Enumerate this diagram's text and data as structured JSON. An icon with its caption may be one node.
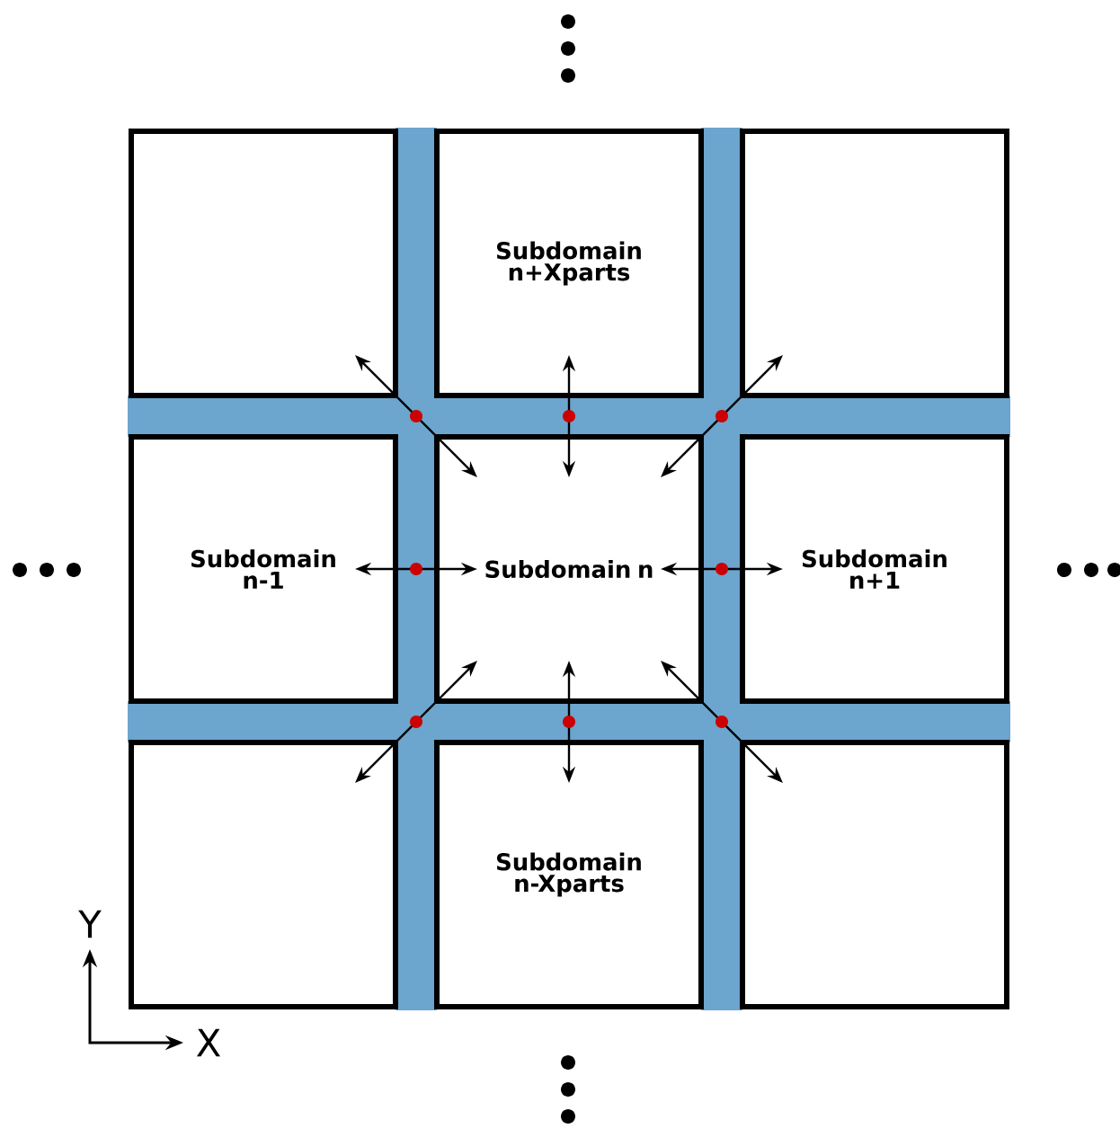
{
  "diagram": {
    "nodes": [
      {
        "text": [],
        "shape": "box"
      },
      {
        "text": [
          "Subdomain n+Xparts"
        ]
      },
      {
        "text": [],
        "shape": "box"
      },
      {
        "text": [
          "Subdomain n-1"
        ]
      },
      {
        "text": [
          "Subdomain n"
        ]
      },
      {
        "text": [
          "Subdomain n+1"
        ]
      },
      {
        "text": [],
        "shape": "box"
      },
      {
        "text": [
          "Subdomain n-Xparts"
        ]
      },
      {
        "text": [],
        "shape": "box"
      }
    ],
    "edges": [
      {
        "from": 4,
        "to": 0,
        "arrow": "both"
      },
      {
        "from": 4,
        "to": 1,
        "arrow": "both"
      },
      {
        "from": 4,
        "to": 2,
        "arrow": "both"
      },
      {
        "from": 4,
        "to": 3,
        "arrow": "both"
      },
      {
        "from": 4,
        "to": 5,
        "arrow": "both"
      },
      {
        "from": 4,
        "to": 6,
        "arrow": "both"
      },
      {
        "from": 4,
        "to": 7,
        "arrow": "both"
      },
      {
        "from": 4,
        "to": 8,
        "arrow": "both"
      }
    ],
    "labels": [
      "Y",
      "X"
    ]
  }
}
